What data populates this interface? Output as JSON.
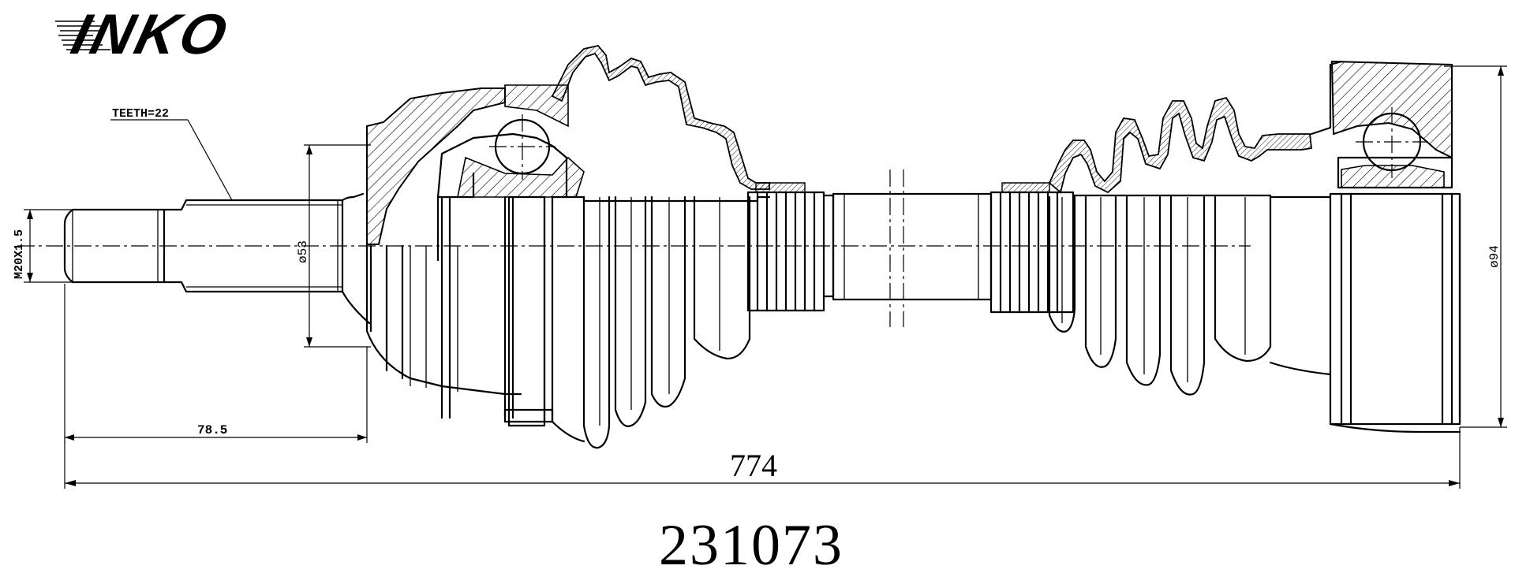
{
  "brand": {
    "logo_text": "INKO"
  },
  "labels": {
    "teeth": "TEETH=22",
    "thread": "M20X1.5",
    "diameter_inner": "ø53",
    "diameter_outer": "ø94",
    "length_spline": "78.5",
    "length_total": "774"
  },
  "part_number": "231073",
  "colors": {
    "line": "#000000",
    "background": "#ffffff"
  }
}
